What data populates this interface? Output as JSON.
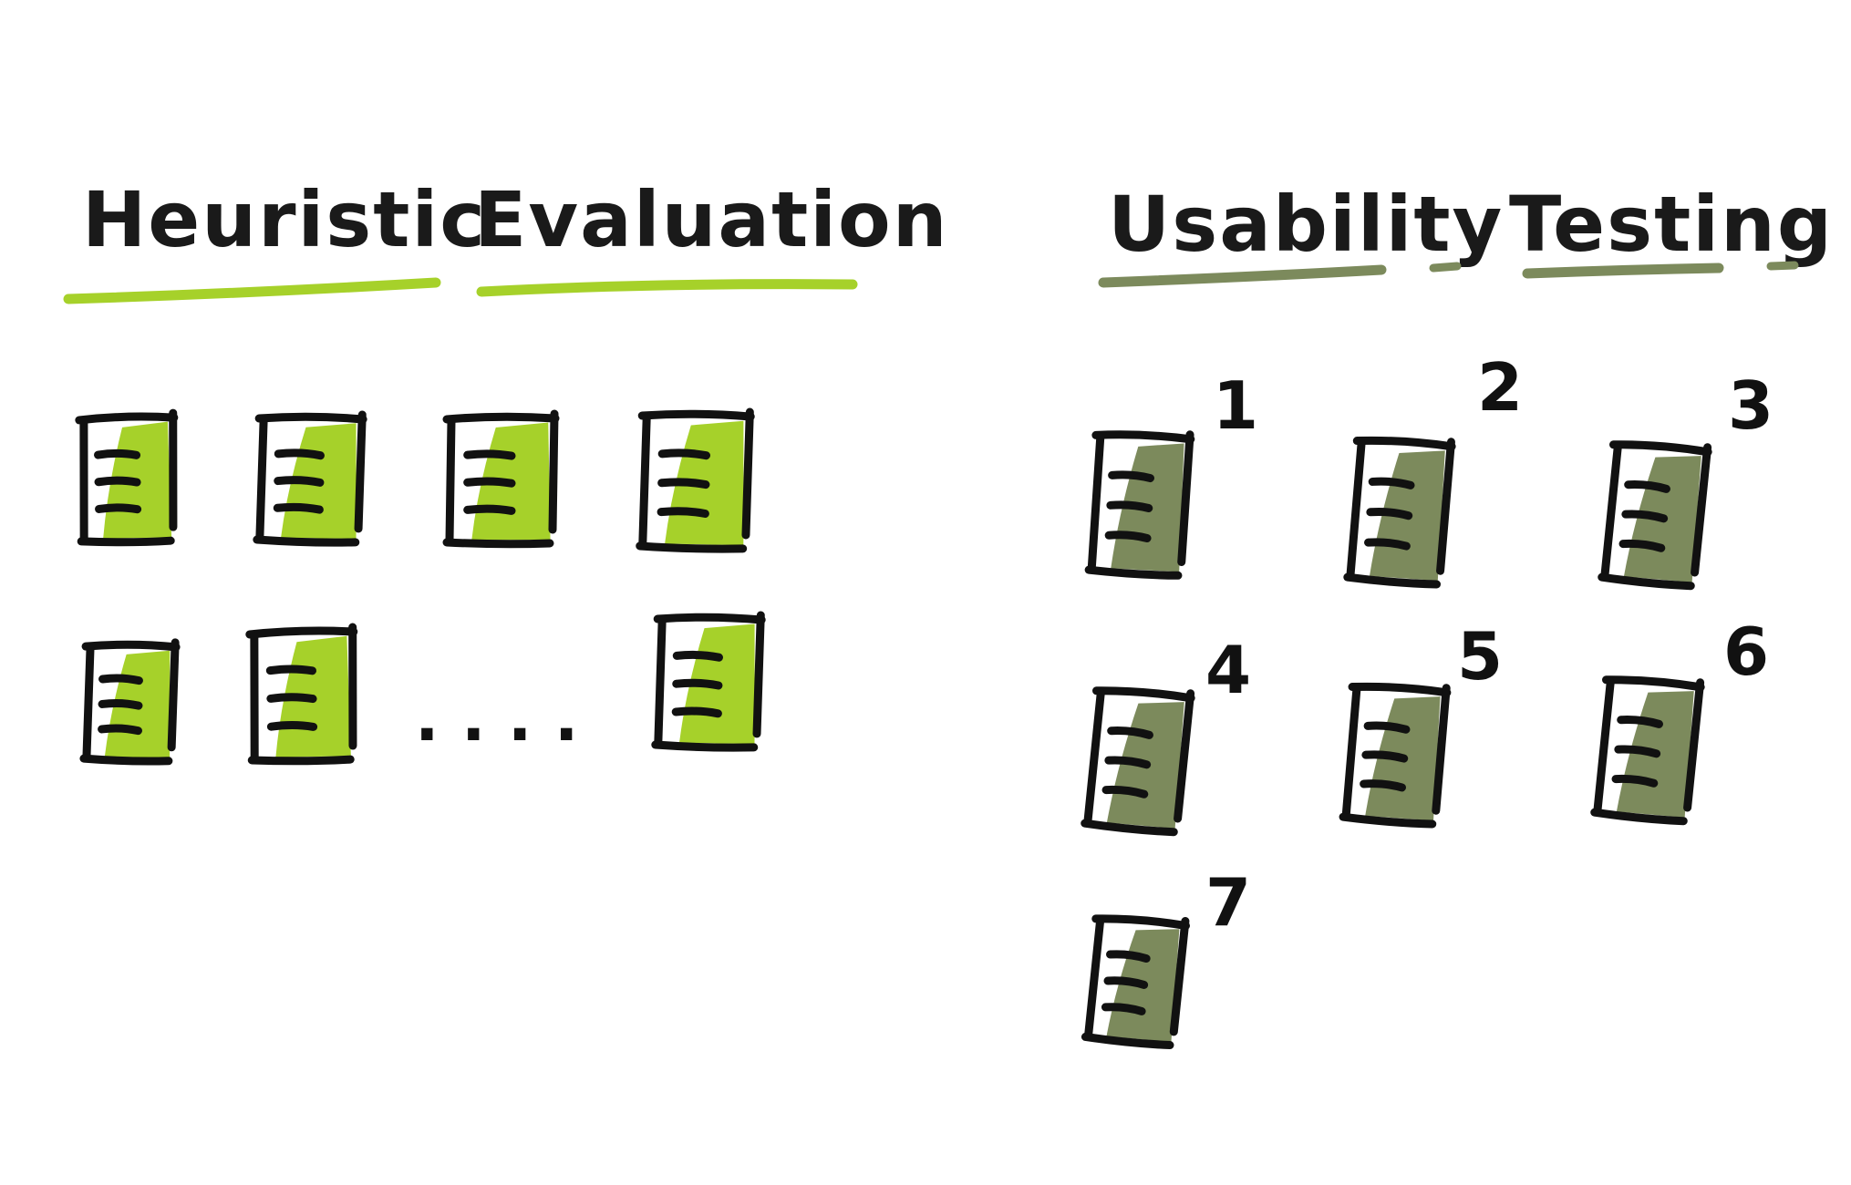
{
  "heuristic": {
    "title_word_1": "Heuristic",
    "title_word_2": "Evaluation",
    "ellipsis": ". . . .",
    "accent_color": "#a6d12a"
  },
  "usability": {
    "title_word_1": "Usability",
    "title_word_2": "Testing",
    "accent_color": "#7c8a5c",
    "sessions": [
      {
        "label": "1"
      },
      {
        "label": "2"
      },
      {
        "label": "3"
      },
      {
        "label": "4"
      },
      {
        "label": "5"
      },
      {
        "label": "6"
      },
      {
        "label": "7"
      }
    ]
  },
  "icons": {
    "document": "document-icon"
  }
}
